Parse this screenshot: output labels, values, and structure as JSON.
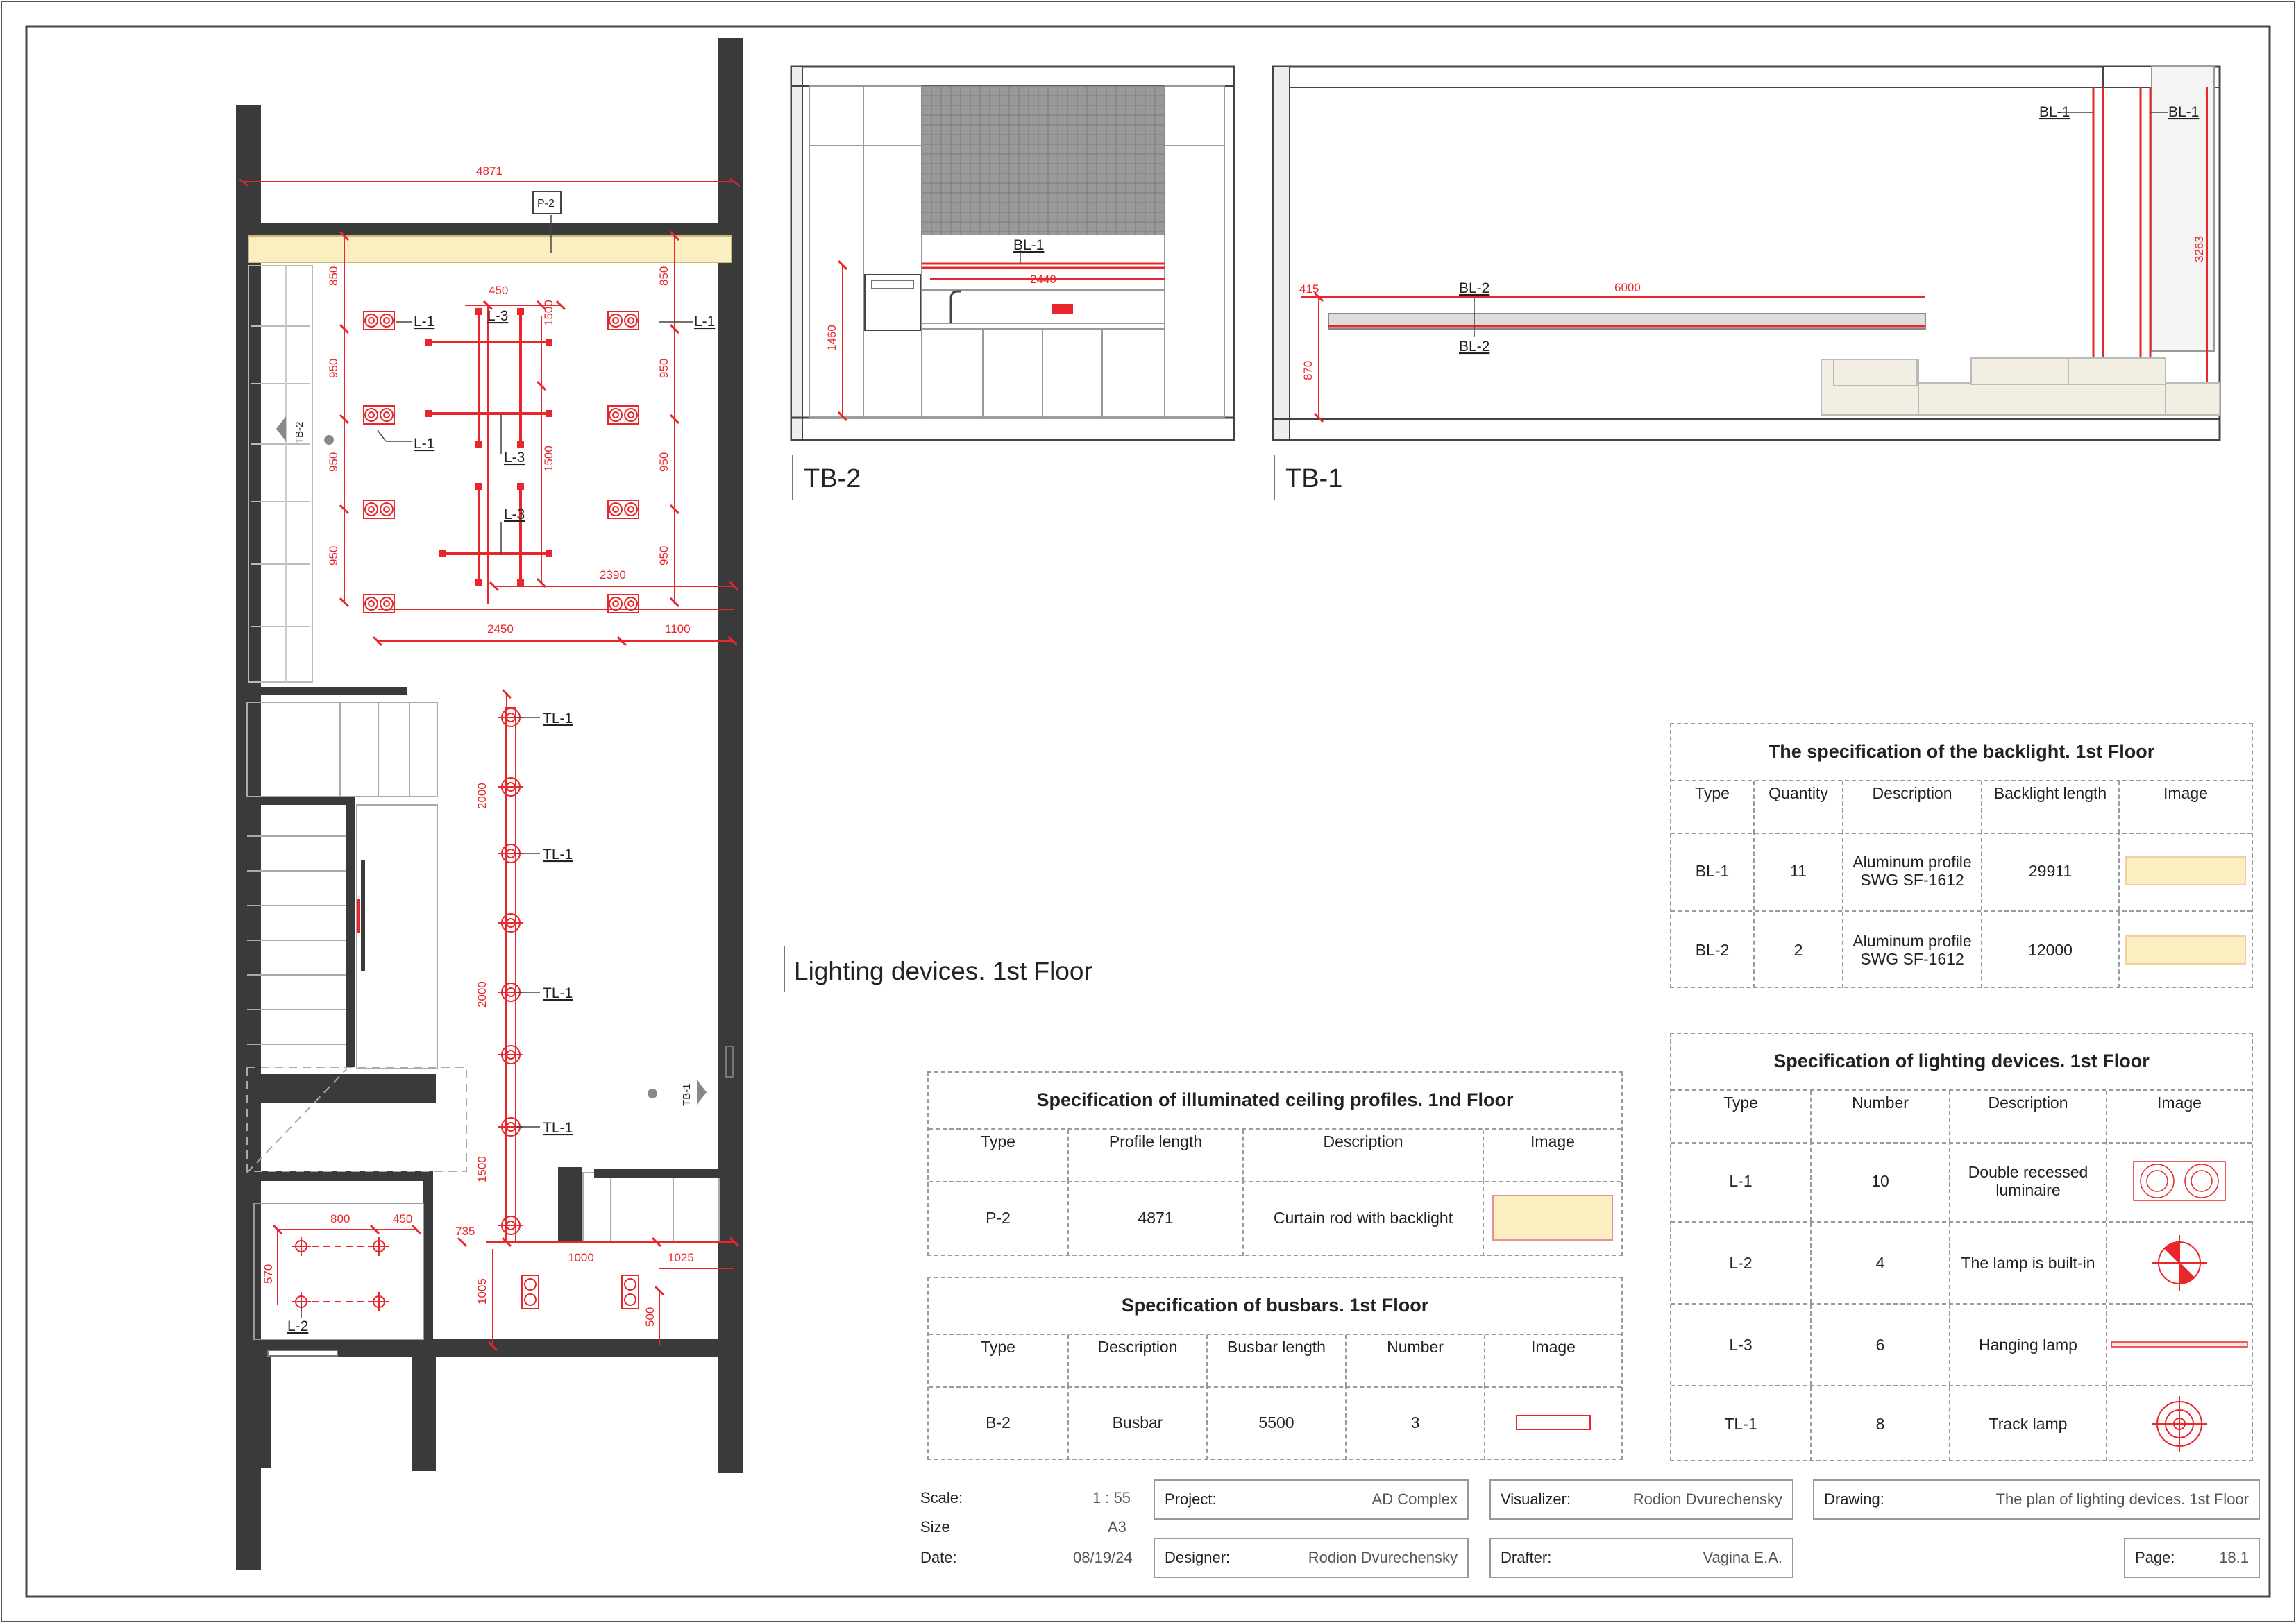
{
  "drawing_labels": {
    "p2": "P-2",
    "l1": "L-1",
    "l2": "L-2",
    "l3": "L-3",
    "tl1": "TL-1",
    "tb2": "TB-2",
    "tb1": "TB-1",
    "bl1": "BL-1",
    "bl2": "BL-2"
  },
  "dimensions": {
    "d4871": "4871",
    "d450": "450",
    "d850": "850",
    "d950": "950",
    "d1500": "1500",
    "d2390": "2390",
    "d2450": "2450",
    "d1100": "1100",
    "d2000": "2000",
    "d800": "800",
    "d570": "570",
    "d735": "735",
    "d1000": "1000",
    "d1025": "1025",
    "d1005": "1005",
    "d500": "500",
    "d2440": "2440",
    "d1460": "1460",
    "d415": "415",
    "d6000": "6000",
    "d870": "870",
    "d3263": "3263"
  },
  "view_titles": {
    "tb2": "TB-2",
    "tb1": "TB-1",
    "lighting": "Lighting devices. 1st Floor"
  },
  "backlight_spec": {
    "title": "The specification of the backlight. 1st Floor",
    "columns": [
      "Type",
      "Quantity",
      "Description",
      "Backlight length",
      "Image"
    ],
    "rows": [
      {
        "type": "BL-1",
        "quantity": "11",
        "description": "Aluminum profile SWG SF-1612",
        "length": "29911"
      },
      {
        "type": "BL-2",
        "quantity": "2",
        "description": "Aluminum profile SWG SF-1612",
        "length": "12000"
      }
    ]
  },
  "lighting_spec": {
    "title": "Specification of lighting devices. 1st Floor",
    "columns": [
      "Type",
      "Number",
      "Description",
      "Image"
    ],
    "rows": [
      {
        "type": "L-1",
        "number": "10",
        "description": "Double recessed luminaire",
        "icon": "double-recessed-luminaire-icon"
      },
      {
        "type": "L-2",
        "number": "4",
        "description": "The lamp is built-in",
        "icon": "built-in-lamp-icon"
      },
      {
        "type": "L-3",
        "number": "6",
        "description": "Hanging lamp",
        "icon": "hanging-lamp-icon"
      },
      {
        "type": "TL-1",
        "number": "8",
        "description": "Track lamp",
        "icon": "track-lamp-icon"
      }
    ]
  },
  "ceiling_spec": {
    "title": "Specification of illuminated ceiling profiles. 1nd Floor",
    "columns": [
      "Type",
      "Profile length",
      "Description",
      "Image"
    ],
    "rows": [
      {
        "type": "P-2",
        "length": "4871",
        "description": "Curtain rod with backlight"
      }
    ]
  },
  "busbar_spec": {
    "title": "Specification of busbars. 1st Floor",
    "columns": [
      "Type",
      "Description",
      "Busbar length",
      "Number",
      "Image"
    ],
    "rows": [
      {
        "type": "B-2",
        "description": "Busbar",
        "length": "5500",
        "number": "3"
      }
    ]
  },
  "title_block": {
    "scale_label": "Scale:",
    "scale": "1 : 55",
    "size_label": "Size",
    "size": "A3",
    "date_label": "Date:",
    "date": "08/19/24",
    "project_label": "Project:",
    "project": "AD Complex",
    "visualizer_label": "Visualizer:",
    "visualizer": "Rodion Dvurechensky",
    "drawing_label": "Drawing:",
    "drawing": "The plan of lighting devices. 1st Floor",
    "designer_label": "Designer:",
    "designer": "Rodion Dvurechensky",
    "drafter_label": "Drafter:",
    "drafter": "Vagina E.A.",
    "page_label": "Page:",
    "page": "18.1"
  },
  "colors": {
    "dim_red": "#e8262b",
    "wall": "#3a3a3a",
    "backlight_fill": "#fbefc2"
  }
}
